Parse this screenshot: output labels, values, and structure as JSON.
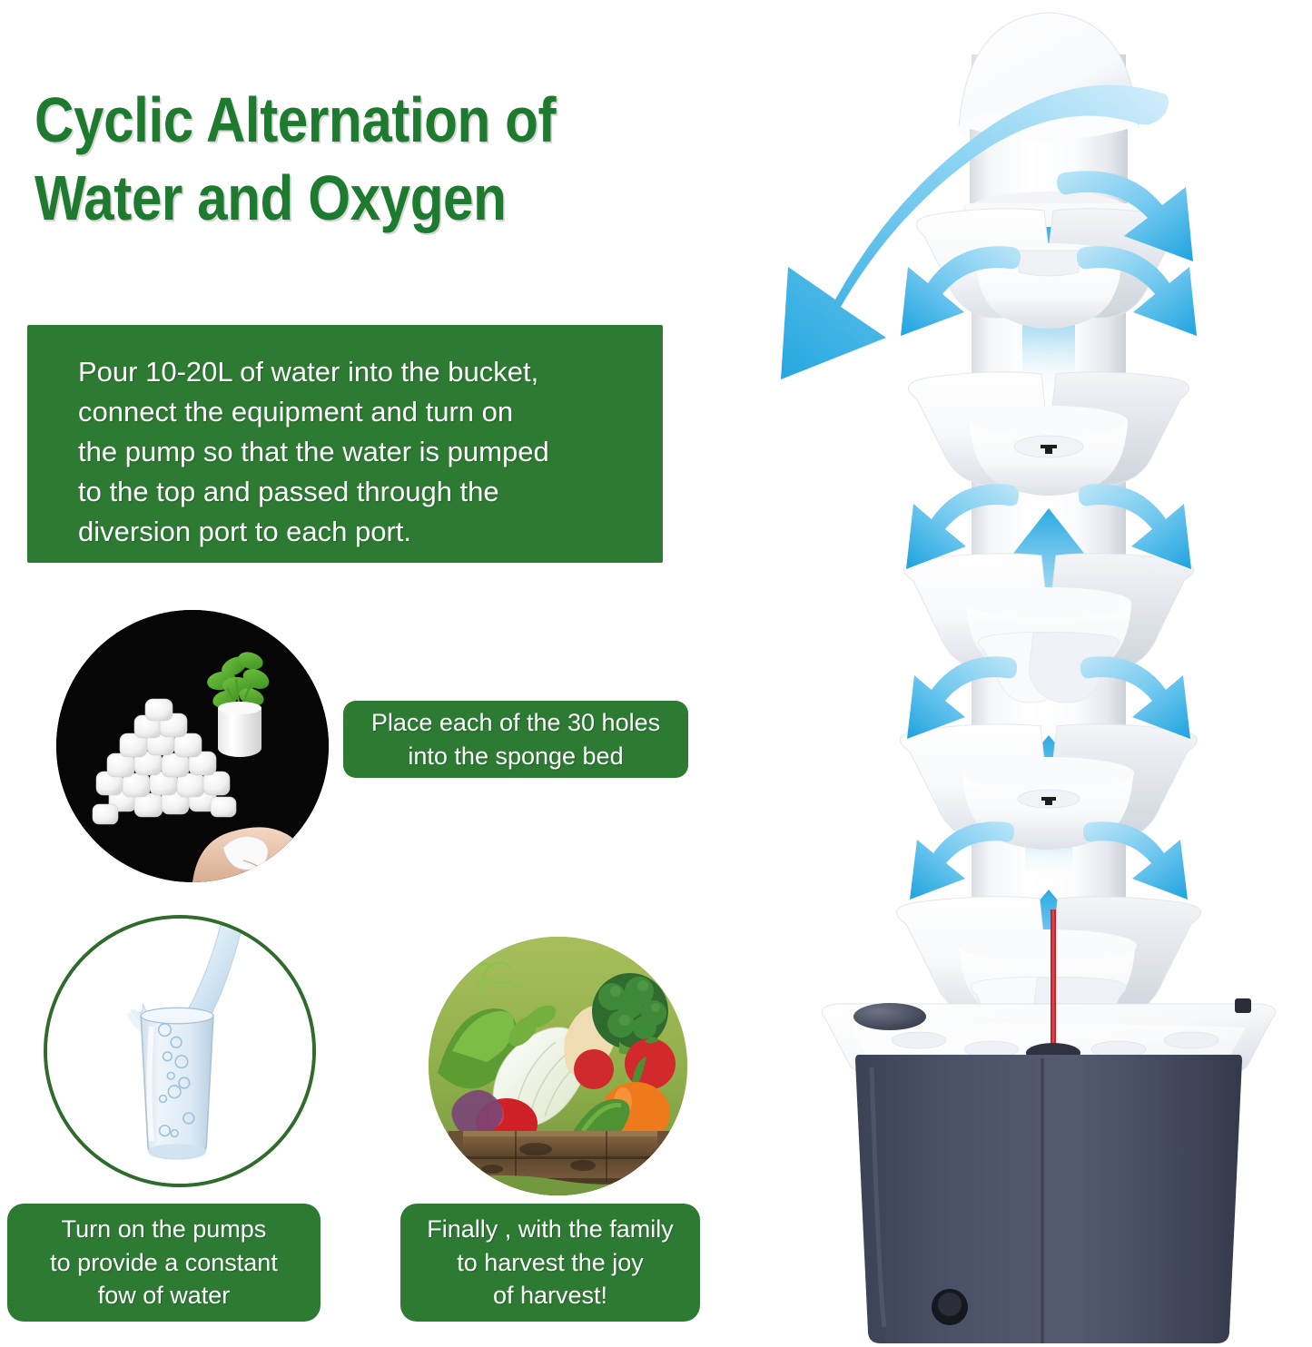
{
  "title": "Cyclic Alternation of\nWater and Oxygen",
  "title_color": "#1d7a2e",
  "brand_green": "#2d7a33",
  "boxes": {
    "main_instruction": "Pour 10-20L of water into the bucket,\nconnect the equipment and turn on\nthe pump so that the water is pumped\nto the top and passed through the\ndiversion port to each port.",
    "sponge_caption": "Place each of the 30 holes\ninto the sponge bed",
    "pump_caption": "Turn on the pumps\nto provide a constant\nfow of water",
    "harvest_caption": "Finally , with the family\nto harvest the joy\nof harvest!"
  },
  "photos": {
    "sponges": "sponge-cubes-plant-pot-hand-photo",
    "water": "water-pouring-into-glass-illustration",
    "vegetables": "fresh-vegetables-in-wooden-crate-photo"
  },
  "product": {
    "name": "hydroponic-growing-tower",
    "tower_color": "#ffffff",
    "reservoir_color": "#454a5e",
    "lid_color": "#f7f8fa",
    "arrow_color_light": "#a8dcf5",
    "arrow_color_dark": "#27a9e1",
    "flow_arrows": [
      "large-curved-arrow-top-left",
      "curved-arrow-down-right-tier1",
      "curved-arrow-down-left-tier2",
      "curved-arrow-down-right-tier2",
      "up-arrow-center-tier2",
      "curved-arrow-down-left-tier3",
      "curved-arrow-down-right-tier3",
      "up-arrow-center-tier3",
      "curved-arrow-down-left-tier4",
      "curved-arrow-down-right-tier4",
      "up-arrow-center-tier4",
      "up-arrow-center-tier5"
    ],
    "details": {
      "water_level_indicator": "red-float-gauge",
      "drain_plug": "black-drain-plug",
      "fill_port_cap": "dark-round-cap",
      "power_switch": "small-black-switch"
    }
  }
}
